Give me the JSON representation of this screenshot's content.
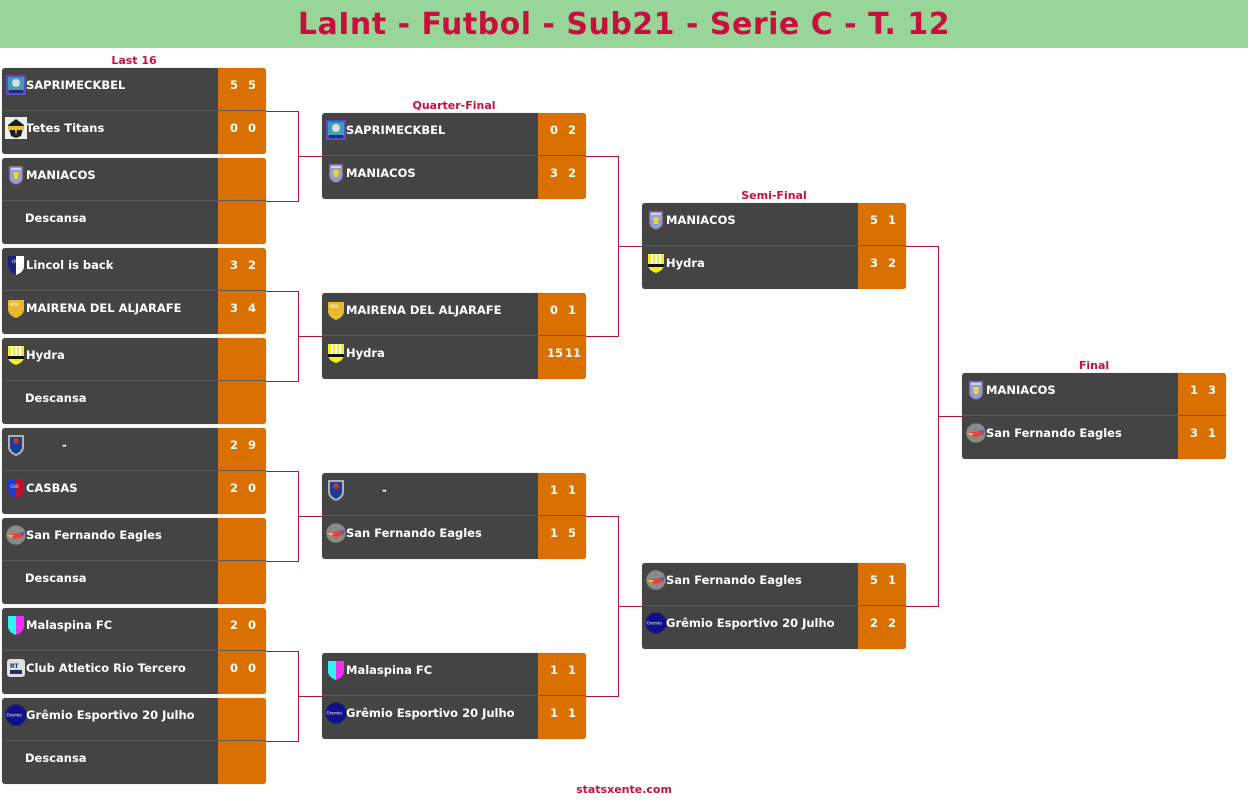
{
  "title": "LaInt - Futbol - Sub21 - Serie C - T. 12",
  "footer": "statsxente.com",
  "colors": {
    "header_bg": "#98d598",
    "title": "#c8103c",
    "match_bg": "#444444",
    "score_bg": "#d97000",
    "connector": "#b5123a"
  },
  "rounds": {
    "last16": {
      "label": "Last 16",
      "matches": [
        {
          "teams": [
            {
              "name": "SAPRIMECKBEL",
              "logo": "saprimeckbel-crest",
              "scores": [
                "5",
                "5"
              ]
            },
            {
              "name": "Tetes Titans",
              "logo": "tetes-titans-crest",
              "scores": [
                "0",
                "0"
              ]
            }
          ]
        },
        {
          "teams": [
            {
              "name": "MANIACOS",
              "logo": "maniacos-crest",
              "scores": [
                "",
                ""
              ]
            },
            {
              "name": "Descansa",
              "logo": "",
              "scores": [
                "",
                ""
              ]
            }
          ]
        },
        {
          "teams": [
            {
              "name": "Lincol is back",
              "logo": "lincol-crest",
              "scores": [
                "3",
                "2"
              ]
            },
            {
              "name": "MAIRENA DEL ALJARAFE",
              "logo": "mairena-crest",
              "scores": [
                "3",
                "4"
              ]
            }
          ]
        },
        {
          "teams": [
            {
              "name": "Hydra",
              "logo": "hydra-crest",
              "scores": [
                "",
                ""
              ]
            },
            {
              "name": "Descansa",
              "logo": "",
              "scores": [
                "",
                ""
              ]
            }
          ]
        },
        {
          "teams": [
            {
              "name": "-",
              "logo": "shield-crest",
              "scores": [
                "2",
                "9"
              ]
            },
            {
              "name": "CASBAS",
              "logo": "casbas-crest",
              "scores": [
                "2",
                "0"
              ]
            }
          ]
        },
        {
          "teams": [
            {
              "name": "San Fernando Eagles",
              "logo": "eagles-crest",
              "scores": [
                "",
                ""
              ]
            },
            {
              "name": "Descansa",
              "logo": "",
              "scores": [
                "",
                ""
              ]
            }
          ]
        },
        {
          "teams": [
            {
              "name": "Malaspina FC",
              "logo": "malaspina-crest",
              "scores": [
                "2",
                "0"
              ]
            },
            {
              "name": "Club Atletico Rio Tercero",
              "logo": "rio-tercero-crest",
              "scores": [
                "0",
                "0"
              ]
            }
          ]
        },
        {
          "teams": [
            {
              "name": "Grêmio Esportivo 20 Julho",
              "logo": "gremio-crest",
              "scores": [
                "",
                ""
              ]
            },
            {
              "name": "Descansa",
              "logo": "",
              "scores": [
                "",
                ""
              ]
            }
          ]
        }
      ]
    },
    "quarter": {
      "label": "Quarter-Final",
      "matches": [
        {
          "teams": [
            {
              "name": "SAPRIMECKBEL",
              "logo": "saprimeckbel-crest",
              "scores": [
                "0",
                "2"
              ]
            },
            {
              "name": "MANIACOS",
              "logo": "maniacos-crest",
              "scores": [
                "3",
                "2"
              ]
            }
          ]
        },
        {
          "teams": [
            {
              "name": "MAIRENA DEL ALJARAFE",
              "logo": "mairena-crest",
              "scores": [
                "0",
                "1"
              ]
            },
            {
              "name": "Hydra",
              "logo": "hydra-crest",
              "scores": [
                "15",
                "11"
              ]
            }
          ]
        },
        {
          "teams": [
            {
              "name": "-",
              "logo": "shield-crest",
              "scores": [
                "1",
                "1"
              ]
            },
            {
              "name": "San Fernando Eagles",
              "logo": "eagles-crest",
              "scores": [
                "1",
                "5"
              ]
            }
          ]
        },
        {
          "teams": [
            {
              "name": "Malaspina FC",
              "logo": "malaspina-crest",
              "scores": [
                "1",
                "1"
              ]
            },
            {
              "name": "Grêmio Esportivo 20 Julho",
              "logo": "gremio-crest",
              "scores": [
                "1",
                "1"
              ]
            }
          ]
        }
      ]
    },
    "semi": {
      "label": "Semi-Final",
      "matches": [
        {
          "teams": [
            {
              "name": "MANIACOS",
              "logo": "maniacos-crest",
              "scores": [
                "5",
                "1"
              ]
            },
            {
              "name": "Hydra",
              "logo": "hydra-crest",
              "scores": [
                "3",
                "2"
              ]
            }
          ]
        },
        {
          "teams": [
            {
              "name": "San Fernando Eagles",
              "logo": "eagles-crest",
              "scores": [
                "5",
                "1"
              ]
            },
            {
              "name": "Grêmio Esportivo 20 Julho",
              "logo": "gremio-crest",
              "scores": [
                "2",
                "2"
              ]
            }
          ]
        }
      ]
    },
    "final": {
      "label": "Final",
      "matches": [
        {
          "teams": [
            {
              "name": "MANIACOS",
              "logo": "maniacos-crest",
              "scores": [
                "1",
                "3"
              ]
            },
            {
              "name": "San Fernando Eagles",
              "logo": "eagles-crest",
              "scores": [
                "3",
                "1"
              ]
            }
          ]
        }
      ]
    }
  }
}
